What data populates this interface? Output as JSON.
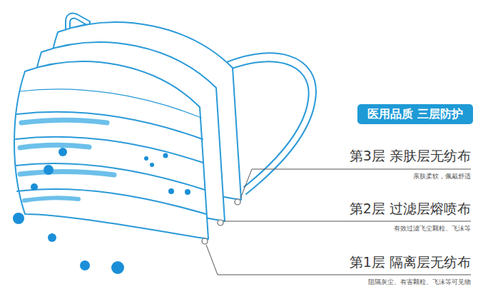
{
  "diagram": {
    "nodes": [
      {
        "text": [
          "医用品质 三层防护"
        ]
      }
    ],
    "labels": [
      "第3层 亲肤层无纺布",
      "亲肤柔软，佩戴舒适",
      "第2层 过滤层熔喷布",
      "有效过滤飞尘颗粒、飞沫等",
      "第1层 隔离层无纺布",
      "阻隔灰尘、有害颗粒、飞沫等可见物"
    ]
  }
}
